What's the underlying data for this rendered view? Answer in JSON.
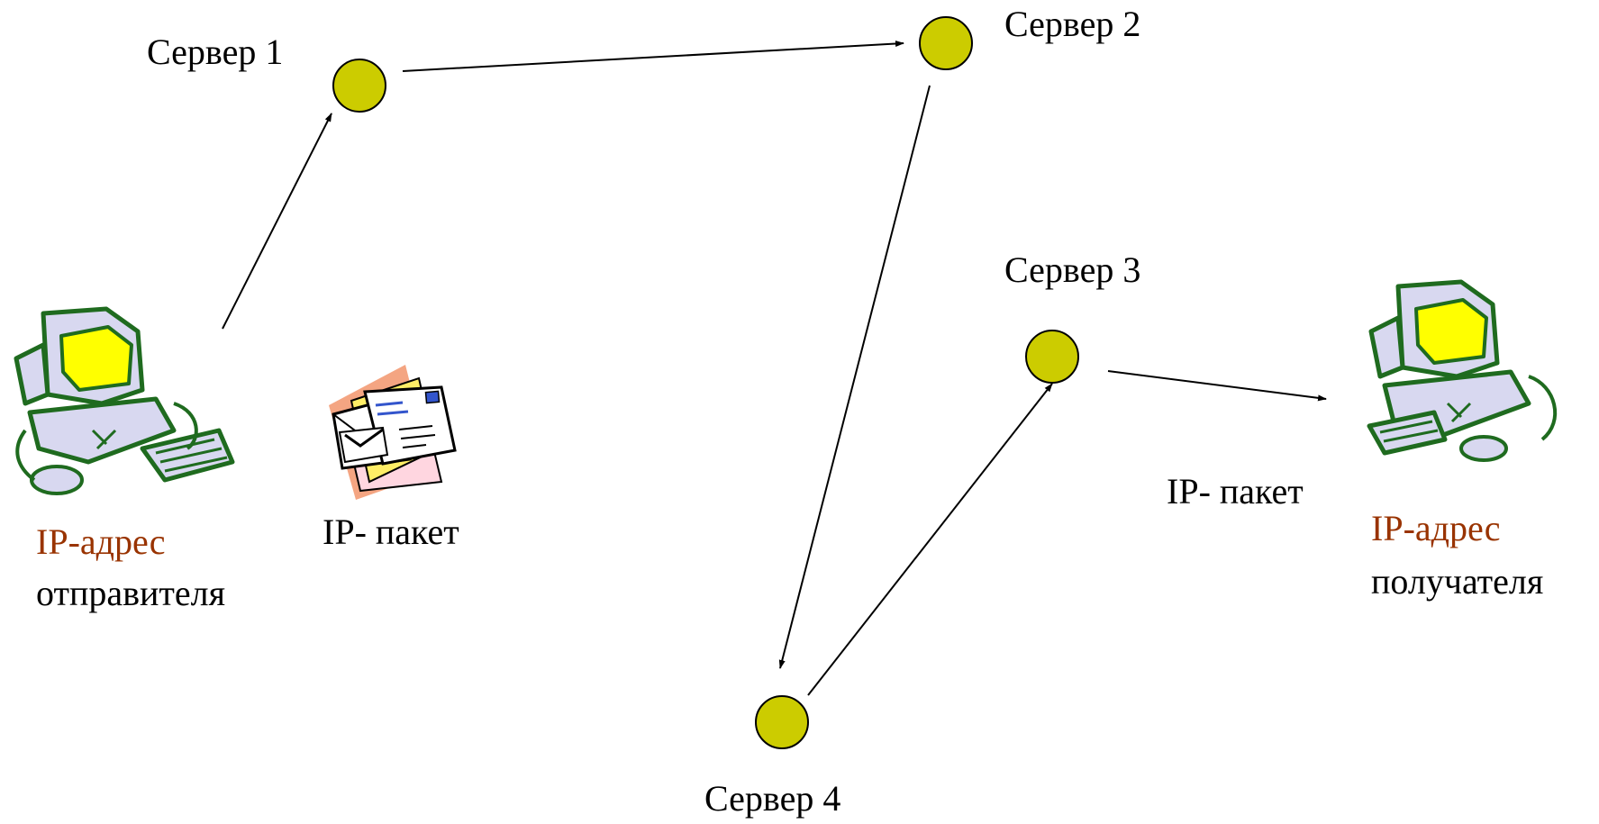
{
  "colors": {
    "node_fill": "#cccc00",
    "node_stroke": "#000000",
    "address_text": "#993300",
    "monitor_screen": "#ffff00",
    "computer_body": "#d8d8f0",
    "outline_green": "#1f6b1f"
  },
  "nodes": [
    {
      "id": "s1",
      "label": "Сервер 1"
    },
    {
      "id": "s2",
      "label": "Сервер 2"
    },
    {
      "id": "s3",
      "label": "Сервер 3"
    },
    {
      "id": "s4",
      "label": "Сервер 4"
    }
  ],
  "edges": [
    {
      "from": "sender",
      "to": "s1"
    },
    {
      "from": "s1",
      "to": "s2"
    },
    {
      "from": "s2",
      "to": "s4"
    },
    {
      "from": "s4",
      "to": "s3"
    },
    {
      "from": "s3",
      "to": "receiver"
    }
  ],
  "sender": {
    "address_label": "IP-адрес",
    "role_label": "отправителя",
    "icon": "computer-icon"
  },
  "receiver": {
    "address_label": "IP-адрес",
    "role_label": "получателя",
    "icon": "computer-icon"
  },
  "packet_labels": {
    "start": "IP- пакет",
    "end": "IP- пакет"
  },
  "packet_icon": "envelopes-icon"
}
